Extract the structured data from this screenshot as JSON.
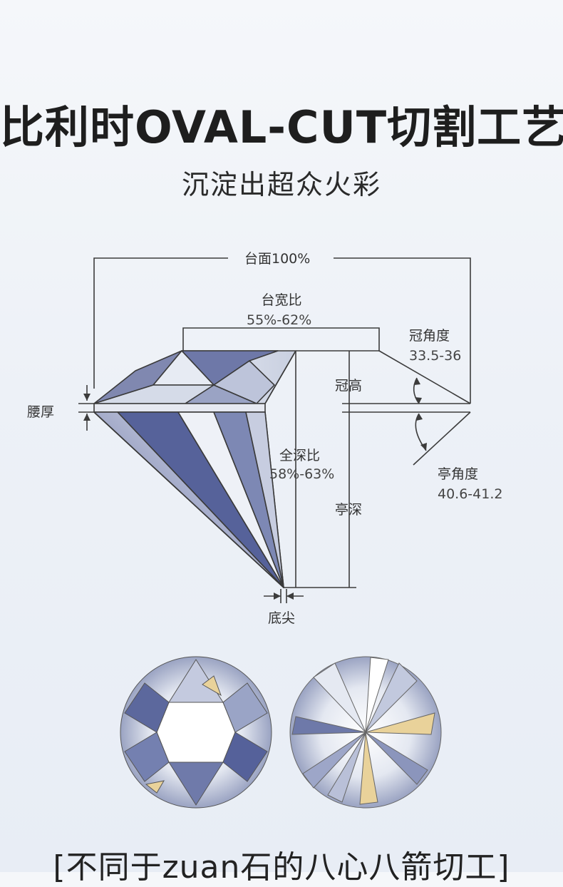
{
  "header": {
    "title": "比利时OVAL-CUT切割工艺",
    "subtitle": "沉淀出超众火彩"
  },
  "diagram": {
    "table_percent_label": "台面100%",
    "table_ratio_label": "台宽比",
    "table_ratio_value": "55%-62%",
    "crown_angle_label": "冠角度",
    "crown_angle_value": "33.5-36",
    "crown_height_label": "冠高",
    "girdle_label": "腰厚",
    "total_depth_label": "全深比",
    "total_depth_value": "58%-63%",
    "pavilion_angle_label": "亭角度",
    "pavilion_angle_value": "40.6-41.2",
    "pavilion_depth_label": "亭深",
    "culet_label": "底尖"
  },
  "footer": {
    "text": "[不同于zuan石的八心八箭切工]"
  },
  "colors": {
    "facet_blue": "#5a6aa0",
    "facet_light": "#dde3ee",
    "facet_gold": "#e9d29a",
    "line": "#444444"
  }
}
